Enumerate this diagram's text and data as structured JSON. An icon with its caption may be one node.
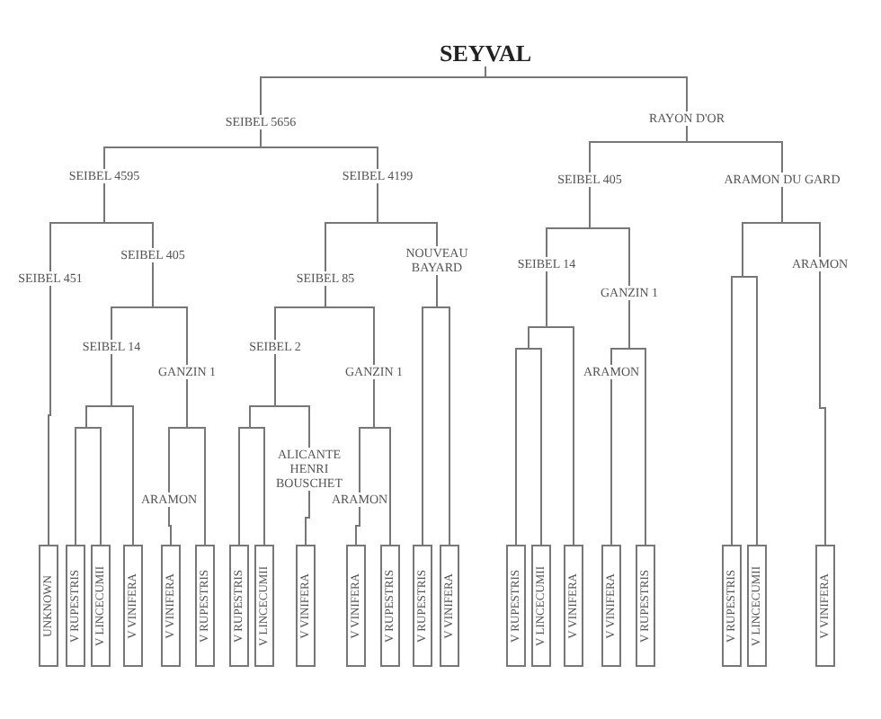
{
  "diagram": {
    "nodes": [
      {
        "text": [
          "SEYVAL"
        ]
      },
      {
        "text": [
          "SEIBEL 5656"
        ]
      },
      {
        "text": [
          "RAYON D'OR"
        ]
      },
      {
        "text": [
          "SEIBEL 4595"
        ]
      },
      {
        "text": [
          "SEIBEL 4199"
        ]
      },
      {
        "text": [
          "SEIBEL 405"
        ]
      },
      {
        "text": [
          "ARAMON DU GARD"
        ]
      },
      {
        "text": [
          "SEIBEL 405"
        ]
      },
      {
        "text": [
          "NOUVEAU BAYARD"
        ]
      },
      {
        "text": [
          "ARAMON"
        ]
      },
      {
        "text": [
          "SEIBEL 14"
        ]
      },
      {
        "text": [
          "SEIBEL 451"
        ]
      },
      {
        "text": [
          "SEIBEL 85"
        ]
      },
      {
        "text": [
          "GANZIN 1"
        ]
      },
      {
        "text": [
          "SEIBEL 14"
        ]
      },
      {
        "text": [
          "SEIBEL 2"
        ]
      },
      {
        "text": [
          "GANZIN 1"
        ]
      },
      {
        "text": [
          "GANZIN 1"
        ]
      },
      {
        "text": [
          "ARAMON"
        ]
      },
      {
        "text": [
          "ALICANTE HENRI BOUSCHET"
        ]
      },
      {
        "text": [
          "ARAMON"
        ]
      },
      {
        "text": [
          "ARAMON"
        ]
      },
      {
        "text": [
          "UNKNOWN"
        ]
      },
      {
        "text": [
          "V RUPESTRIS"
        ]
      },
      {
        "text": [
          "V LINCECUMII"
        ]
      },
      {
        "text": [
          "V VINIFERA"
        ]
      },
      {
        "text": [
          "V VINIFERA"
        ]
      },
      {
        "text": [
          "V RUPESTRIS"
        ]
      },
      {
        "text": [
          "V RUPESTRIS"
        ]
      },
      {
        "text": [
          "V LINCECUMII"
        ]
      },
      {
        "text": [
          "V VINIFERA"
        ]
      },
      {
        "text": [
          "V VINIFERA"
        ]
      },
      {
        "text": [
          "V RUPESTRIS"
        ]
      },
      {
        "text": [
          "V RUPESTRIS"
        ]
      },
      {
        "text": [
          "V VINIFERA"
        ]
      },
      {
        "text": [
          "V RUPESTRIS"
        ]
      },
      {
        "text": [
          "V LINCECUMII"
        ]
      },
      {
        "text": [
          "V VINIFERA"
        ]
      },
      {
        "text": [
          "V VINIFERA"
        ]
      },
      {
        "text": [
          "V RUPESTRIS"
        ]
      },
      {
        "text": [
          "V RUPESTRIS"
        ]
      },
      {
        "text": [
          "V LINCECUMII"
        ]
      },
      {
        "text": [
          "V VINIFERA"
        ]
      }
    ],
    "edges": [
      {
        "from": 0,
        "to": 1,
        "arrow": "none"
      },
      {
        "from": 0,
        "to": 2,
        "arrow": "none"
      },
      {
        "from": 1,
        "to": 3,
        "arrow": "none"
      },
      {
        "from": 1,
        "to": 4,
        "arrow": "none"
      },
      {
        "from": 3,
        "to": 11,
        "arrow": "none"
      },
      {
        "from": 3,
        "to": 7,
        "arrow": "none"
      },
      {
        "from": 11,
        "to": 22,
        "arrow": "none"
      },
      {
        "from": 7,
        "to": 14,
        "arrow": "none"
      },
      {
        "from": 7,
        "to": 16,
        "arrow": "none"
      },
      {
        "from": 14,
        "to": 23,
        "arrow": "none"
      },
      {
        "from": 14,
        "to": 24,
        "arrow": "none"
      },
      {
        "from": 14,
        "to": 25,
        "arrow": "none"
      },
      {
        "from": 16,
        "to": 20,
        "arrow": "none"
      },
      {
        "from": 16,
        "to": 27,
        "arrow": "none"
      },
      {
        "from": 20,
        "to": 26,
        "arrow": "none"
      },
      {
        "from": 4,
        "to": 12,
        "arrow": "none"
      },
      {
        "from": 4,
        "to": 8,
        "arrow": "none"
      },
      {
        "from": 12,
        "to": 15,
        "arrow": "none"
      },
      {
        "from": 12,
        "to": 17,
        "arrow": "none"
      },
      {
        "from": 15,
        "to": 28,
        "arrow": "none"
      },
      {
        "from": 15,
        "to": 29,
        "arrow": "none"
      },
      {
        "from": 15,
        "to": 19,
        "arrow": "none"
      },
      {
        "from": 19,
        "to": 30,
        "arrow": "none"
      },
      {
        "from": 17,
        "to": 21,
        "arrow": "none"
      },
      {
        "from": 17,
        "to": 32,
        "arrow": "none"
      },
      {
        "from": 21,
        "to": 31,
        "arrow": "none"
      },
      {
        "from": 8,
        "to": 33,
        "arrow": "none"
      },
      {
        "from": 8,
        "to": 34,
        "arrow": "none"
      },
      {
        "from": 2,
        "to": 5,
        "arrow": "none"
      },
      {
        "from": 2,
        "to": 6,
        "arrow": "none"
      },
      {
        "from": 5,
        "to": 10,
        "arrow": "none"
      },
      {
        "from": 5,
        "to": 13,
        "arrow": "none"
      },
      {
        "from": 10,
        "to": 35,
        "arrow": "none"
      },
      {
        "from": 10,
        "to": 36,
        "arrow": "none"
      },
      {
        "from": 10,
        "to": 37,
        "arrow": "none"
      },
      {
        "from": 13,
        "to": 18,
        "arrow": "none"
      },
      {
        "from": 13,
        "to": 39,
        "arrow": "none"
      },
      {
        "from": 18,
        "to": 38,
        "arrow": "none"
      },
      {
        "from": 6,
        "to": 40,
        "arrow": "none"
      },
      {
        "from": 6,
        "to": 41,
        "arrow": "none"
      },
      {
        "from": 6,
        "to": 9,
        "arrow": "none"
      },
      {
        "from": 9,
        "to": 42,
        "arrow": "none"
      }
    ]
  }
}
